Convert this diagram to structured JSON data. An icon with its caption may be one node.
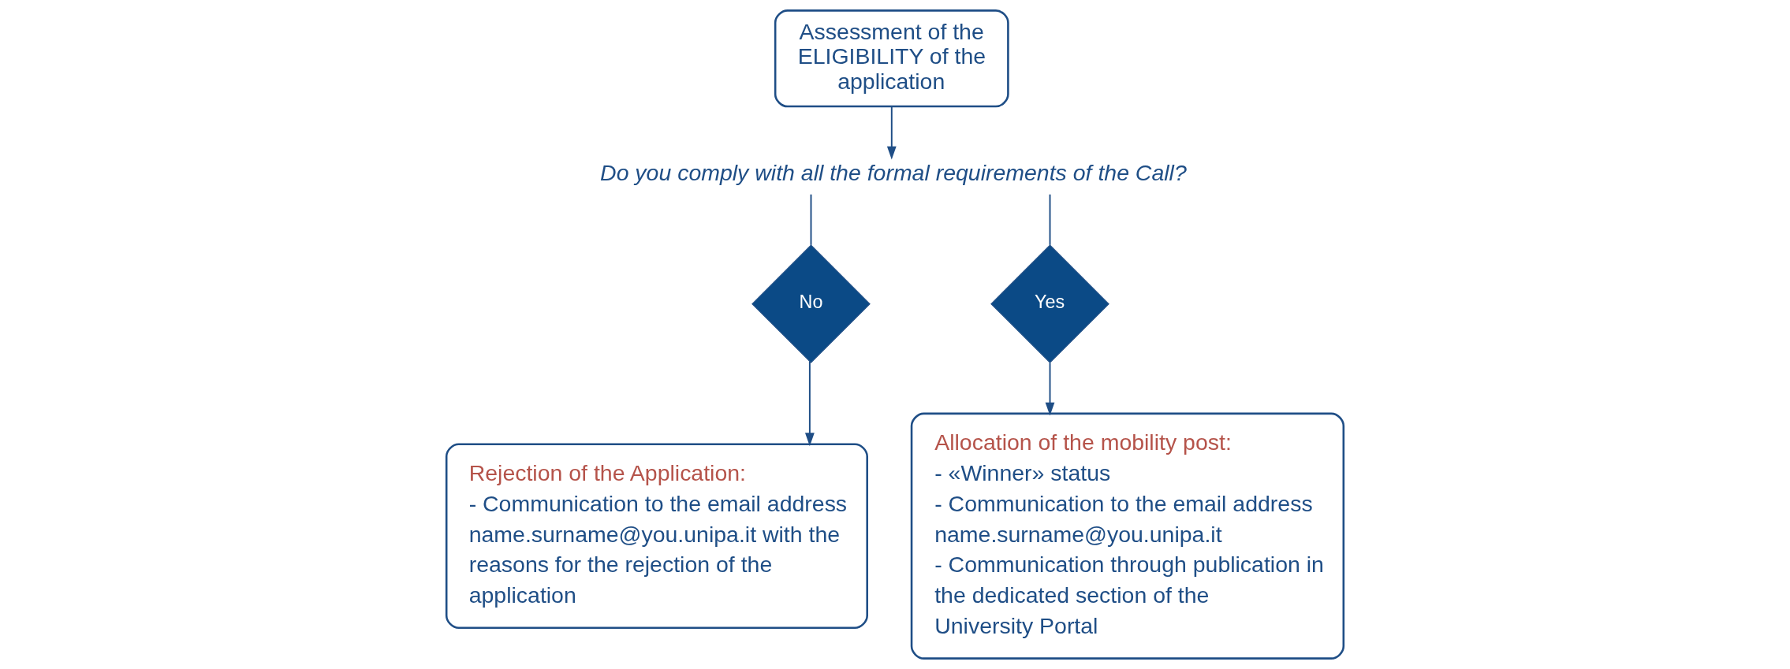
{
  "diagram": {
    "nodes": [
      {
        "text": [
          "Assessment of the ELIGIBILITY of the application"
        ]
      },
      {
        "text": [
          "Do you comply with all the formal requirements of the Call?"
        ]
      },
      {
        "text": [
          "No"
        ]
      },
      {
        "text": [
          "Yes"
        ]
      },
      {
        "text": [
          "Rejection of the Application:",
          "- Communication to the email address name.surname@you.unipa.it with the reasons for the rejection of the application"
        ]
      },
      {
        "text": [
          "Allocation of the mobility post:",
          "- «Winner» status",
          "- Communication to the email address name.surname@you.unipa.it",
          "- Communication through publication in the dedicated section of the University Portal"
        ]
      }
    ],
    "edges": [
      {
        "from": 0,
        "to": 1,
        "arrow": "to"
      },
      {
        "from": 1,
        "to": 2,
        "arrow": "none"
      },
      {
        "from": 1,
        "to": 3,
        "arrow": "none"
      },
      {
        "from": 2,
        "to": 4,
        "arrow": "to"
      },
      {
        "from": 3,
        "to": 5,
        "arrow": "to"
      }
    ]
  }
}
